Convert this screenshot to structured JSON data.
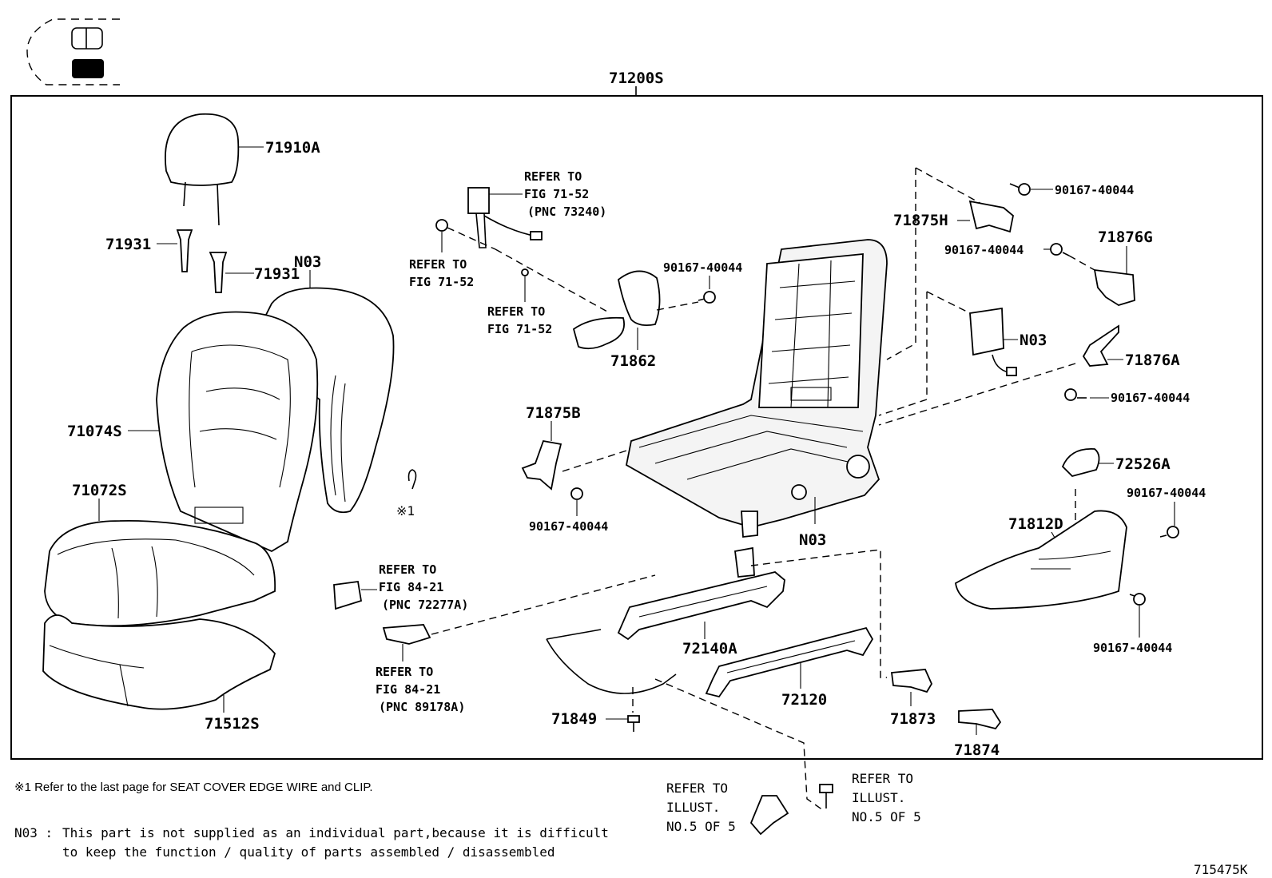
{
  "figure_code": "715475K",
  "assembly_label": "71200S",
  "parts": {
    "p71910A": "71910A",
    "p71931_left": "71931",
    "p71931_right": "71931",
    "pN03_top": "N03",
    "p71074S": "71074S",
    "p71072S": "71072S",
    "p71512S": "71512S",
    "p_note1_marker": "※1",
    "p71862": "71862",
    "p90167_a": "90167-40044",
    "p71875B": "71875B",
    "p90167_b": "90167-40044",
    "pN03_mid": "N03",
    "p71875H": "71875H",
    "p90167_c": "90167-40044",
    "p90167_d": "90167-40044",
    "p71876G": "71876G",
    "pN03_right": "N03",
    "p71876A": "71876A",
    "p90167_e": "90167-40044",
    "p72526A": "72526A",
    "p90167_f": "90167-40044",
    "p71812D": "71812D",
    "p90167_g": "90167-40044",
    "p72140A": "72140A",
    "p72120": "72120",
    "p71849": "71849",
    "p71873": "71873",
    "p71874": "71874"
  },
  "refs": {
    "belt": [
      "REFER TO",
      "FIG 71-52",
      "(PNC 73240)"
    ],
    "anchor_left": [
      "REFER TO",
      "FIG 71-52"
    ],
    "anchor_mid": [
      "REFER TO",
      "FIG 71-52"
    ],
    "switch_a": [
      "REFER TO",
      "FIG 84-21",
      "(PNC 72277A)"
    ],
    "switch_b": [
      "REFER TO",
      "FIG 84-21",
      "(PNC 89178A)"
    ],
    "illust_a": [
      "REFER TO",
      "ILLUST.",
      "NO.5 OF 5"
    ],
    "illust_b": [
      "REFER TO",
      "ILLUST.",
      "NO.5 OF 5"
    ]
  },
  "notes": {
    "note1": "※1 Refer to the last page for SEAT COVER EDGE WIRE and CLIP.",
    "n03_prefix": "N03 :",
    "n03_line1": "This part is not supplied as an individual part,because it is difficult",
    "n03_line2": "to keep the function / quality of parts assembled / disassembled"
  }
}
